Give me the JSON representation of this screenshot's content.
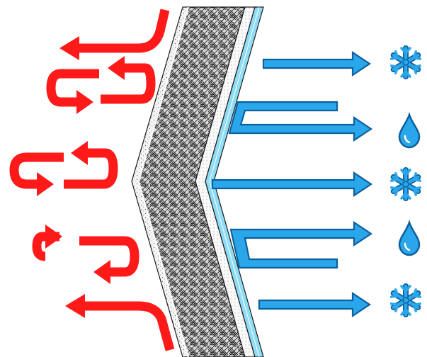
{
  "colors": {
    "background": "#ffffff",
    "heat_arrow": "#ff1a1a",
    "cool_arrow_fill": "#2aa7ea",
    "cool_arrow_stroke": "#0d5f9e",
    "wall_hatch": "#333333",
    "wall_plaster": "#f2f2f2",
    "wall_outline": "#1a1a1a",
    "vapor_layer": "#8fdcf5",
    "icon_fill": "#2aa7ea",
    "icon_stroke": "#0d5f9e"
  },
  "layers": [
    "outer-plaster",
    "insulation-mesh",
    "inner-plaster",
    "vapor-barrier"
  ],
  "left_side": {
    "theme": "heat",
    "arrows": [
      "curved-incoming",
      "swirl",
      "swirl",
      "swirl",
      "curved-incoming"
    ]
  },
  "right_side": {
    "theme": "cold-moisture",
    "rows": [
      {
        "arrow": "straight",
        "icon": "snowflake-icon"
      },
      {
        "arrow": "hook",
        "icon": "water-drop-icon"
      },
      {
        "arrow": "straight",
        "icon": "snowflake-icon"
      },
      {
        "arrow": "hook",
        "icon": "water-drop-icon"
      },
      {
        "arrow": "straight",
        "icon": "snowflake-icon"
      }
    ]
  }
}
